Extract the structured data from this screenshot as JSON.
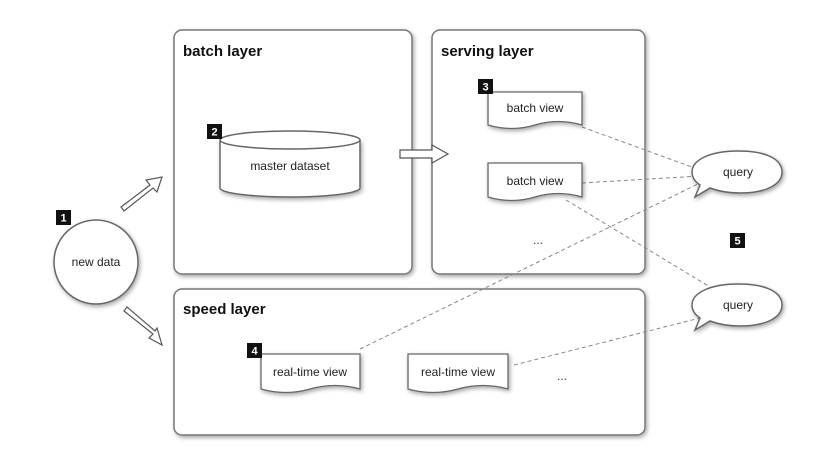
{
  "layers": {
    "batch": {
      "title": "batch layer"
    },
    "serving": {
      "title": "serving layer"
    },
    "speed": {
      "title": "speed layer"
    }
  },
  "nodes": {
    "new_data": "new data",
    "master_dataset": "master dataset",
    "batch_view_1": "batch view",
    "batch_view_2": "batch view",
    "serving_more": "...",
    "realtime_view_1": "real-time view",
    "realtime_view_2": "real-time view",
    "speed_more": "...",
    "query_1": "query",
    "query_2": "query"
  },
  "badges": {
    "b1": "1",
    "b2": "2",
    "b3": "3",
    "b4": "4",
    "b5": "5"
  }
}
